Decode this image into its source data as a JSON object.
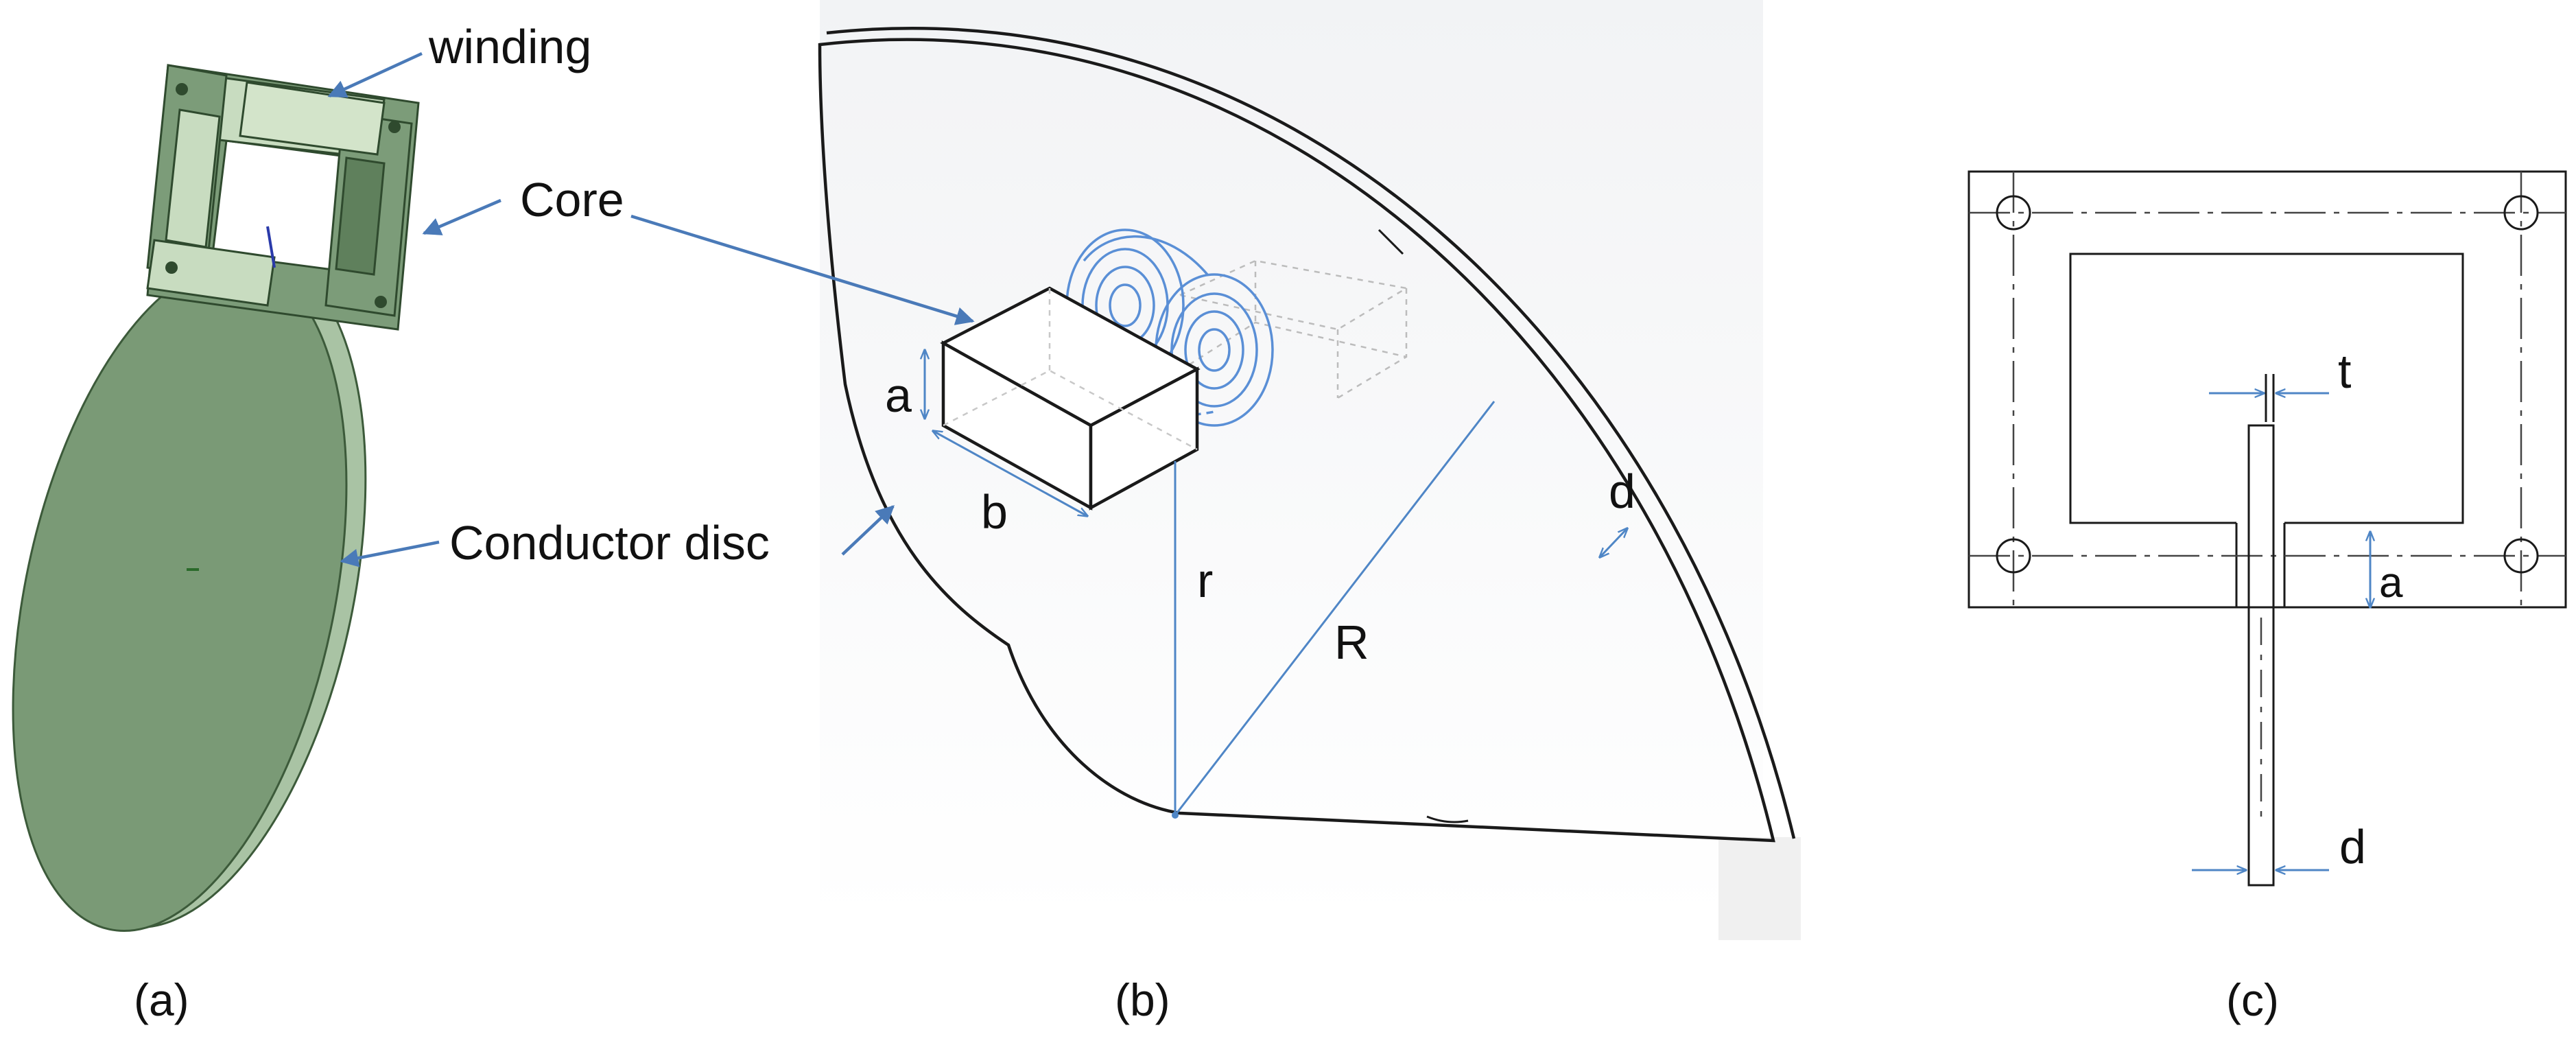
{
  "panel_a": {
    "label_winding": "winding",
    "label_core": "Core",
    "label_disc": "Conductor disc",
    "caption": "(a)"
  },
  "panel_b": {
    "label_a": "a",
    "label_b": "b",
    "label_r": "r",
    "label_R": "R",
    "label_d": "d",
    "caption": "(b)"
  },
  "panel_c": {
    "label_t": "t",
    "label_a": "a",
    "label_d": "d",
    "caption": "(c)"
  },
  "colors": {
    "core_green": "#7c9c79",
    "core_light": "#c8dcc0",
    "disc_green": "#7a9a76",
    "arrow_blue": "#4a7ab8",
    "dim_blue": "#4f86c6"
  }
}
